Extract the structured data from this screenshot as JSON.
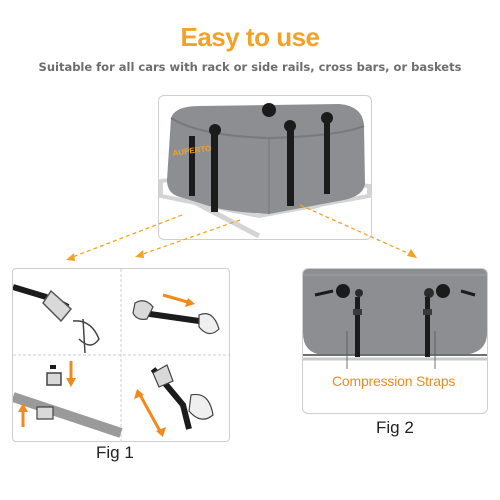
{
  "header": {
    "title": "Easy to use",
    "subtitle": "Suitable for all cars with rack or side rails, cross bars, or baskets"
  },
  "product": {
    "brand": "AUPERTO"
  },
  "figures": {
    "fig1_label": "Fig 1",
    "fig2_label": "Fig 2",
    "fig2_callout": "Compression Straps"
  },
  "colors": {
    "accent_orange": "#f2a227",
    "bag_gray": "#8c8e92",
    "strap_black": "#1b1b1b",
    "subtitle_gray": "#6d6d6d"
  }
}
